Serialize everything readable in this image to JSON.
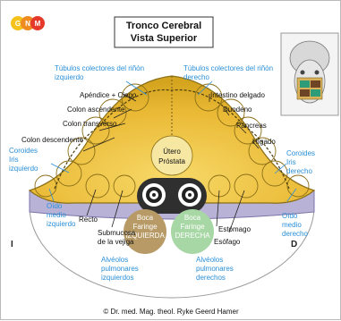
{
  "title": {
    "line1": "Tronco Cerebral",
    "line2": "Vista Superior"
  },
  "logo": {
    "letters": [
      "G",
      "N",
      "M"
    ],
    "colors": [
      "#f4c21a",
      "#f08b1f",
      "#e53a2a"
    ]
  },
  "center_label": {
    "line1": "Útero",
    "line2": "Próstata"
  },
  "labels_black": {
    "appendix": "Apéndice + Ciego",
    "colon_asc": "Colon ascendente",
    "colon_trans": "Colon transverso",
    "colon_desc": "Colon descendente",
    "small_int": "Intestino delgado",
    "duodenum": "Duodeno",
    "pancreas": "Páncreas",
    "liver": "Hígado",
    "rectum": "Recto",
    "submucosa_1": "Submucosa",
    "submucosa_2": "de la vejiga",
    "stomach": "Estómago",
    "esophagus": "Esófago"
  },
  "labels_blue": {
    "tubules_l_1": "Túbulos colectores del riñón",
    "tubules_l_2": "izquierdo",
    "tubules_r_1": "Túbulos colectores del riñón",
    "tubules_r_2": "derecho",
    "choroid_l_1": "Coroides",
    "choroid_l_2": "Iris",
    "choroid_l_3": "izquierdo",
    "choroid_r_1": "Coroides",
    "choroid_r_2": "Iris",
    "choroid_r_3": "derecho",
    "ear_l_1": "Oído",
    "ear_l_2": "medio",
    "ear_l_3": "izquierdo",
    "ear_r_1": "Oído",
    "ear_r_2": "medio",
    "ear_r_3": "derecho",
    "alv_l_1": "Alvéolos",
    "alv_l_2": "pulmonares",
    "alv_l_3": "izquierdos",
    "alv_r_1": "Alvéolos",
    "alv_r_2": "pulmonares",
    "alv_r_3": "derechos"
  },
  "mouth_left": {
    "line1": "Boca",
    "line2": "Faringe",
    "line3": "IZQUIERDA"
  },
  "mouth_right": {
    "line1": "Boca",
    "line2": "Faringe",
    "line3": "DERECHA"
  },
  "side_left": "I",
  "side_right": "D",
  "credit": "© Dr. med. Mag. theol. Ryke Geerd Hamer",
  "colors": {
    "brainstem_fill": "#f3c63a",
    "brainstem_dark": "#c79a12",
    "brainstem_outline": "#8b6f17",
    "lower_band": "#b8b3d6",
    "mouth_left": "#b79a66",
    "mouth_right": "#a7d7a4",
    "blue_text": "#2a8fd8"
  }
}
